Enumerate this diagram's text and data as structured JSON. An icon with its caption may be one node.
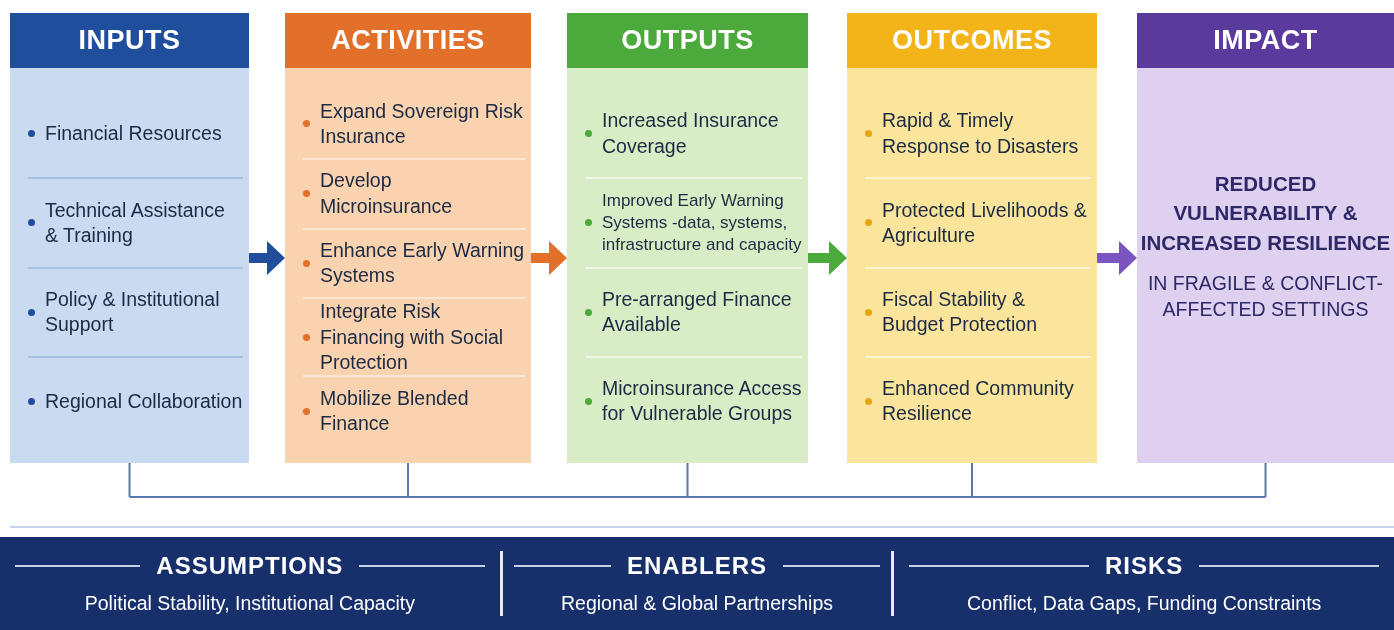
{
  "diagram": {
    "nodes": [
      {
        "text": [
          "INPUTS",
          "Financial Resources",
          "Technical Assistance & Training",
          "Policy & Institutional Support",
          "Regional Collaboration"
        ]
      },
      {
        "text": [
          "ACTIVITIES",
          "Expand Sovereign Risk Insurance",
          "Develop Microinsurance",
          "Enhance Early Warning Systems",
          "Integrate Risk Financing with Social Protection",
          "Mobilize Blended Finance"
        ]
      },
      {
        "text": [
          "OUTPUTS",
          "Increased Insurance Coverage",
          "Improved Early Warning Systems -data, systems, infrastructure and capacity",
          "Pre-arranged Finance Available",
          "Microinsurance Access for Vulnerable Groups"
        ]
      },
      {
        "text": [
          "OUTCOMES",
          "Rapid & Timely Response to Disasters",
          "Protected Livelihoods & Agriculture",
          "Fiscal Stability & Budget Protection",
          "Enhanced Community Resilience"
        ]
      },
      {
        "text": [
          "IMPACT",
          "REDUCED VULNERABILITY & INCREASED RESILIENCE",
          "IN FRAGILE & CONFLICT-AFFECTED SETTINGS"
        ]
      },
      {
        "text": [],
        "shape": "bar"
      },
      {
        "text": [
          "ASSUMPTIONS",
          "Political Stability, Institutional Capacity"
        ],
        "in": 5
      },
      {
        "text": [
          "ENABLERS",
          "Regional & Global Partnerships"
        ],
        "in": 5
      },
      {
        "text": [
          "RISKS",
          "Conflict, Data Gaps, Funding Constraints"
        ],
        "in": 5
      }
    ],
    "edges": [
      {
        "from": 0,
        "to": 1,
        "arrow": "to",
        "color": "#1f4e9c"
      },
      {
        "from": 1,
        "to": 2,
        "arrow": "to",
        "color": "#e2702a"
      },
      {
        "from": 2,
        "to": 3,
        "arrow": "to",
        "color": "#4caa3c"
      },
      {
        "from": 3,
        "to": 4,
        "arrow": "to",
        "color": "#7a55c0"
      }
    ]
  }
}
